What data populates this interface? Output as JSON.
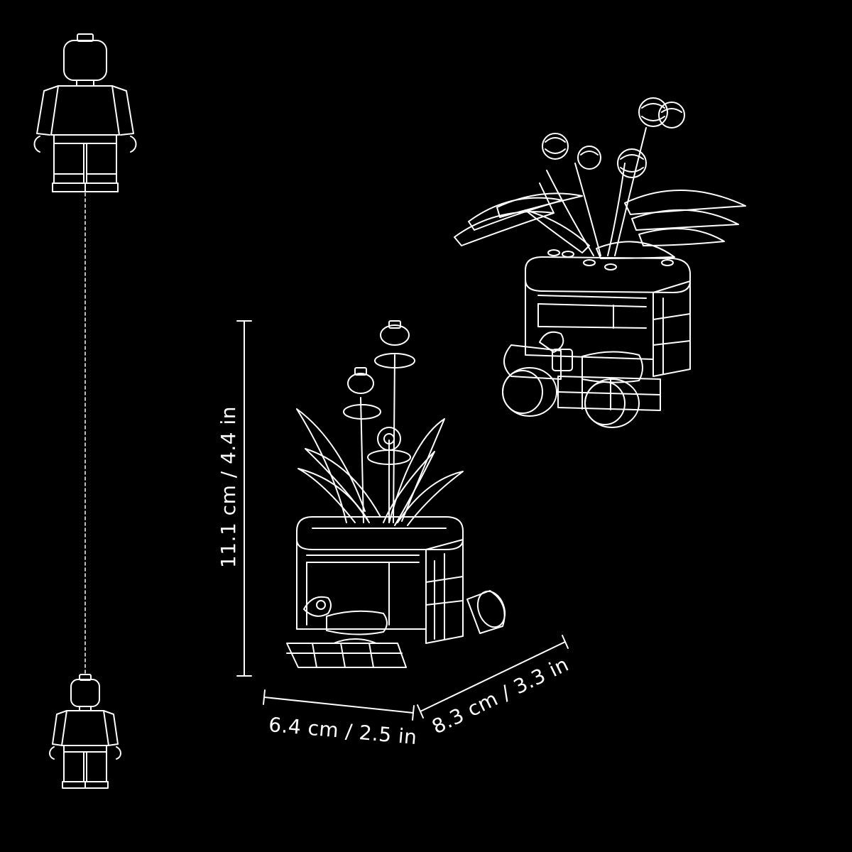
{
  "dimensions": {
    "height_label": "11.1 cm / 4.4 in",
    "width_label": "6.4 cm / 2.5 in",
    "depth_label": "8.3 cm / 3.3 in"
  },
  "colors": {
    "background": "#000000",
    "line": "#ffffff"
  },
  "icons": [
    "minifigure-icon",
    "flower-pot-icon",
    "dimension-arrow-icon"
  ]
}
